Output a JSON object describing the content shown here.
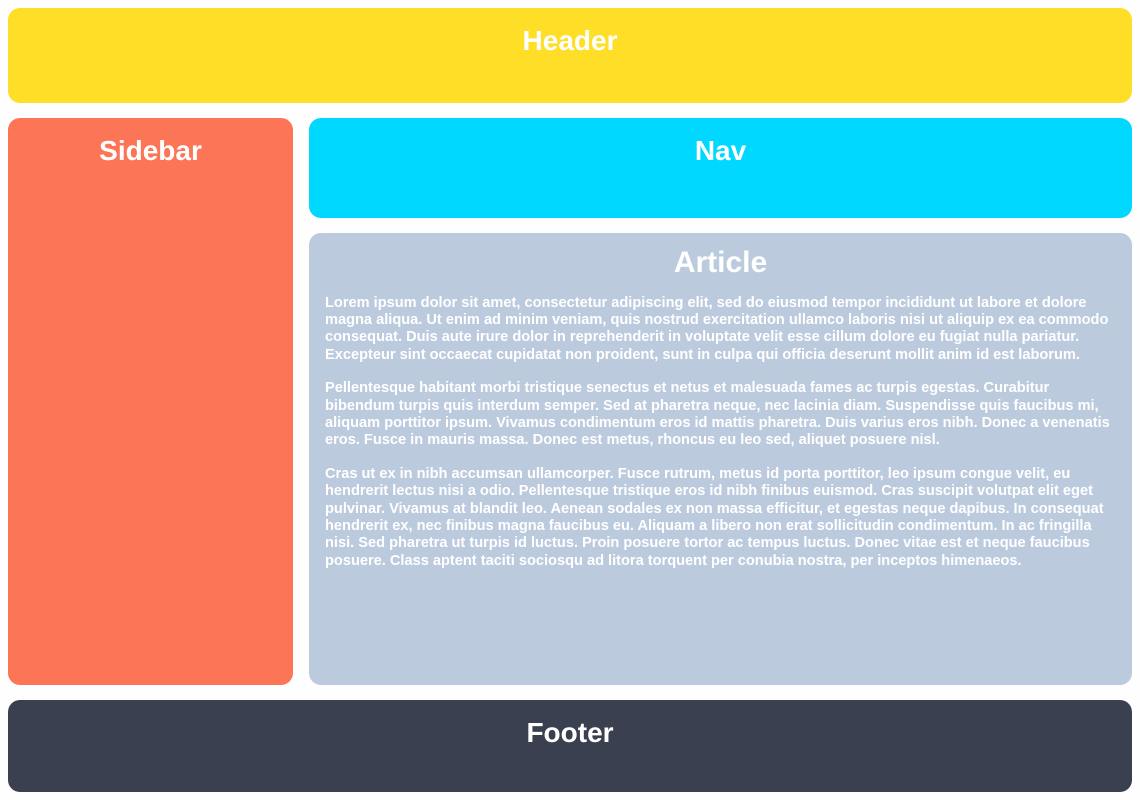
{
  "page": {
    "background_color": "#fefefe"
  },
  "header": {
    "title": "Header",
    "color": "#ffde27"
  },
  "sidebar": {
    "title": "Sidebar",
    "color": "#fc7557"
  },
  "nav": {
    "title": "Nav",
    "color": "#00d8ff"
  },
  "article": {
    "title": "Article",
    "color": "#bccade",
    "paragraphs": [
      "Lorem ipsum dolor sit amet, consectetur adipiscing elit, sed do eiusmod tempor incididunt ut labore et dolore magna aliqua. Ut enim ad minim veniam, quis nostrud exercitation ullamco laboris nisi ut aliquip ex ea commodo consequat. Duis aute irure dolor in reprehenderit in voluptate velit esse cillum dolore eu fugiat nulla pariatur. Excepteur sint occaecat cupidatat non proident, sunt in culpa qui officia deserunt mollit anim id est laborum.",
      "Pellentesque habitant morbi tristique senectus et netus et malesuada fames ac turpis egestas. Curabitur bibendum turpis quis interdum semper. Sed at pharetra neque, nec lacinia diam. Suspendisse quis faucibus mi, aliquam porttitor ipsum. Vivamus condimentum eros id mattis pharetra. Duis varius eros nibh. Donec a venenatis eros. Fusce in mauris massa. Donec est metus, rhoncus eu leo sed, aliquet posuere nisl.",
      "Cras ut ex in nibh accumsan ullamcorper. Fusce rutrum, metus id porta porttitor, leo ipsum congue velit, eu hendrerit lectus nisi a odio. Pellentesque tristique eros id nibh finibus euismod. Cras suscipit volutpat elit eget pulvinar. Vivamus at blandit leo. Aenean sodales ex non massa efficitur, et egestas neque dapibus. In consequat hendrerit ex, nec finibus magna faucibus eu. Aliquam a libero non erat sollicitudin condimentum. In ac fringilla nisi. Sed pharetra ut turpis id luctus. Proin posuere tortor ac tempus luctus. Donec vitae est et neque faucibus posuere. Class aptent taciti sociosqu ad litora torquent per conubia nostra, per inceptos himenaeos."
    ]
  },
  "footer": {
    "title": "Footer",
    "color": "#3a4050"
  }
}
